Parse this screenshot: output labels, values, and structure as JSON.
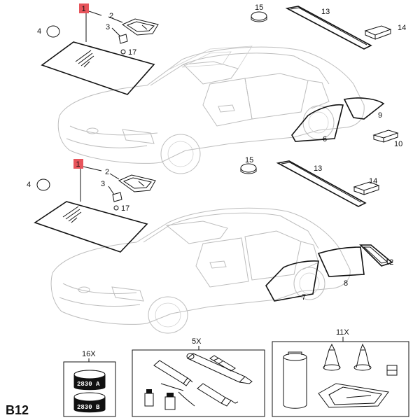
{
  "diagram": {
    "sheet_code": "B12",
    "upper_view": {
      "labels": [
        "1",
        "2",
        "3",
        "4",
        "13",
        "14",
        "15",
        "17",
        "6",
        "9",
        "10"
      ]
    },
    "lower_view": {
      "labels": [
        "1",
        "2",
        "3",
        "4",
        "13",
        "14",
        "15",
        "17",
        "7",
        "8",
        "12"
      ]
    },
    "kits": [
      {
        "title": "16X",
        "jar_top": "2830 A",
        "jar_bottom": "2830 B"
      },
      {
        "title": "5X"
      },
      {
        "title": "11X"
      }
    ]
  }
}
